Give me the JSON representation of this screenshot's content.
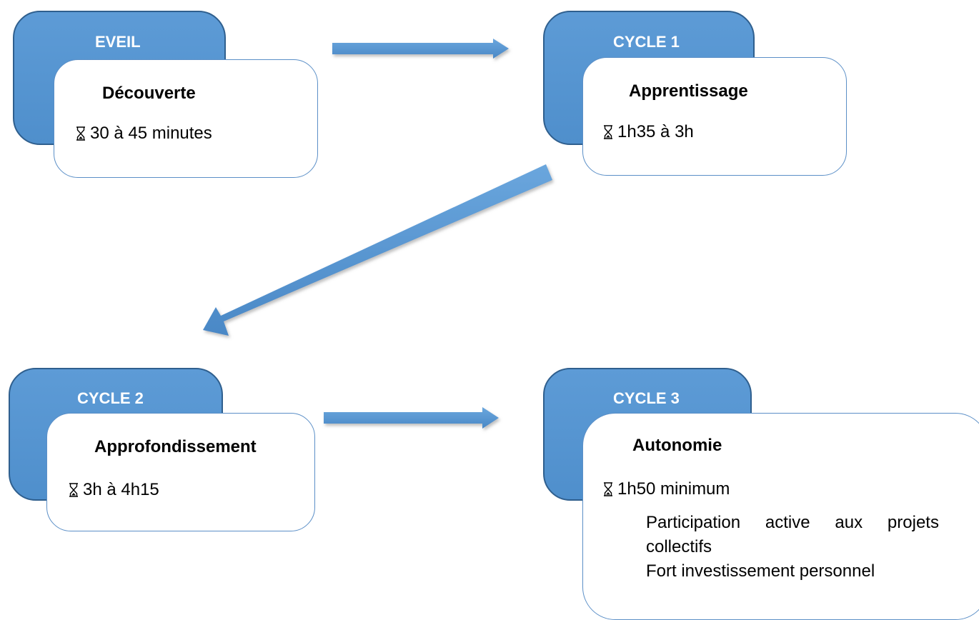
{
  "steps": [
    {
      "tab": "EVEIL",
      "title": "Découverte",
      "duration": "30 à 45 minutes"
    },
    {
      "tab": "CYCLE 1",
      "title": "Apprentissage",
      "duration": "1h35 à 3h"
    },
    {
      "tab": "CYCLE 2",
      "title": "Approfondissement",
      "duration": "3h à 4h15"
    },
    {
      "tab": "CYCLE 3",
      "title": "Autonomie",
      "duration": "1h50 minimum",
      "details": {
        "line1_words": [
          "Participation",
          "active",
          "aux",
          "projets"
        ],
        "line2": "collectifs",
        "line3": "Fort investissement personnel"
      }
    }
  ],
  "colors": {
    "tab_fill": "#5b9bd5",
    "tab_border": "#2f5f8e",
    "card_border": "#5b8fc7",
    "arrow": "#5b9bd5"
  },
  "icons": {
    "duration": "hourglass-icon",
    "flow": "arrow-right-icon"
  }
}
